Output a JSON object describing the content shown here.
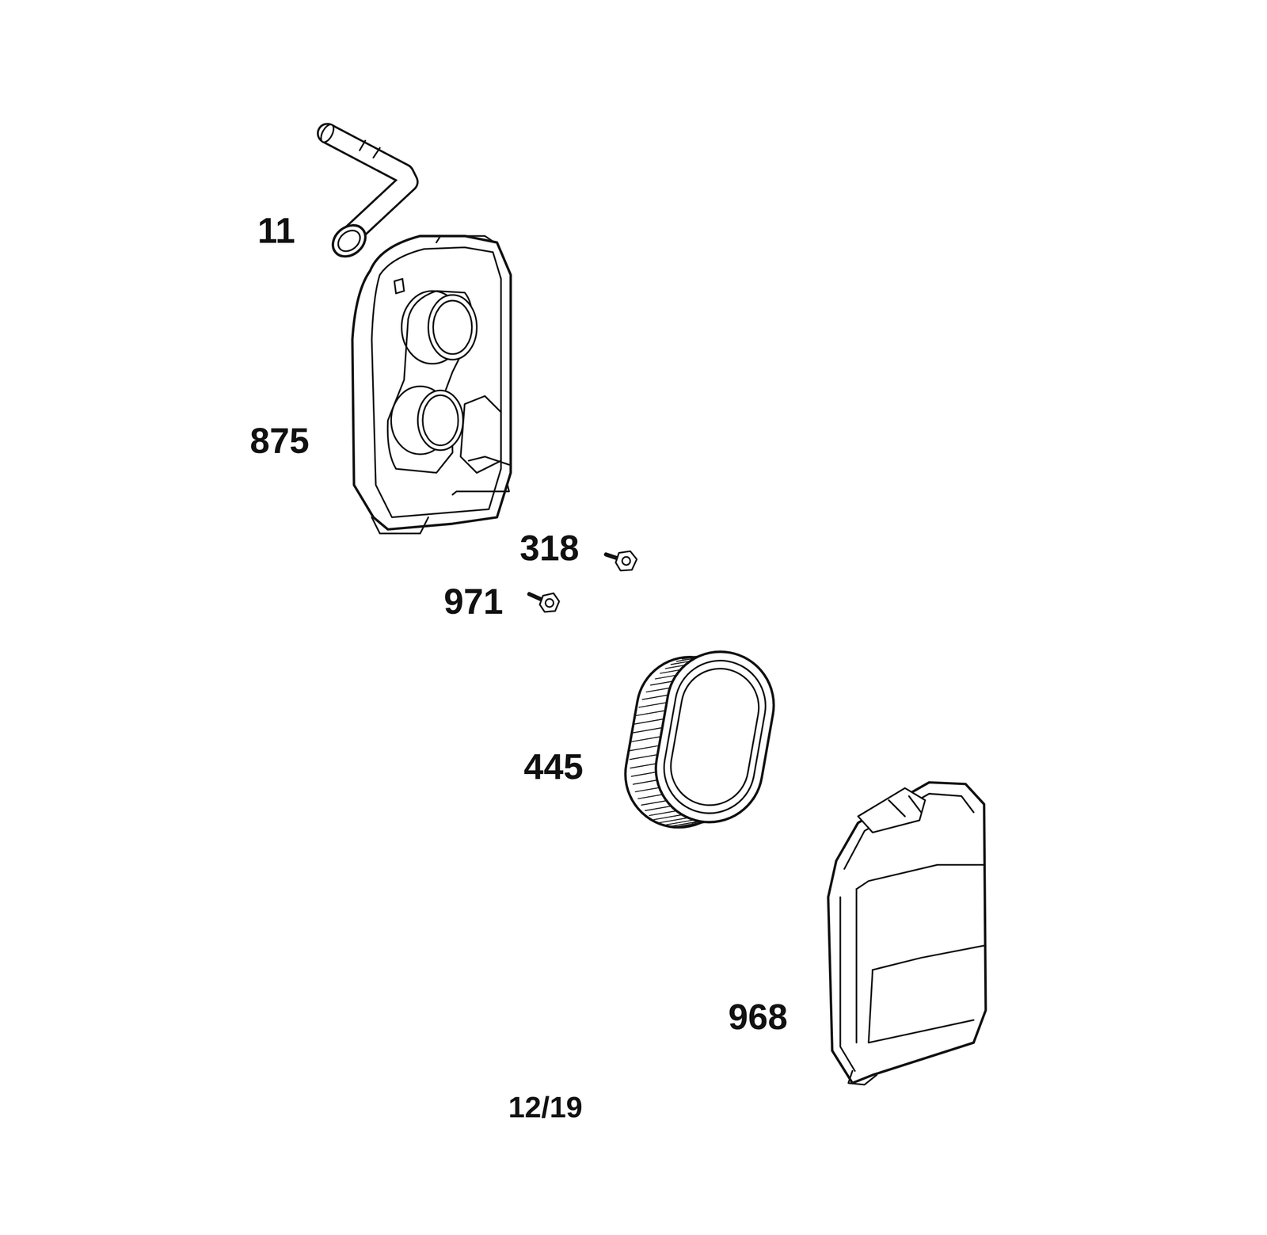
{
  "diagram": {
    "labels": [
      "11",
      "875",
      "318",
      "971",
      "445",
      "968",
      "12/19"
    ]
  }
}
